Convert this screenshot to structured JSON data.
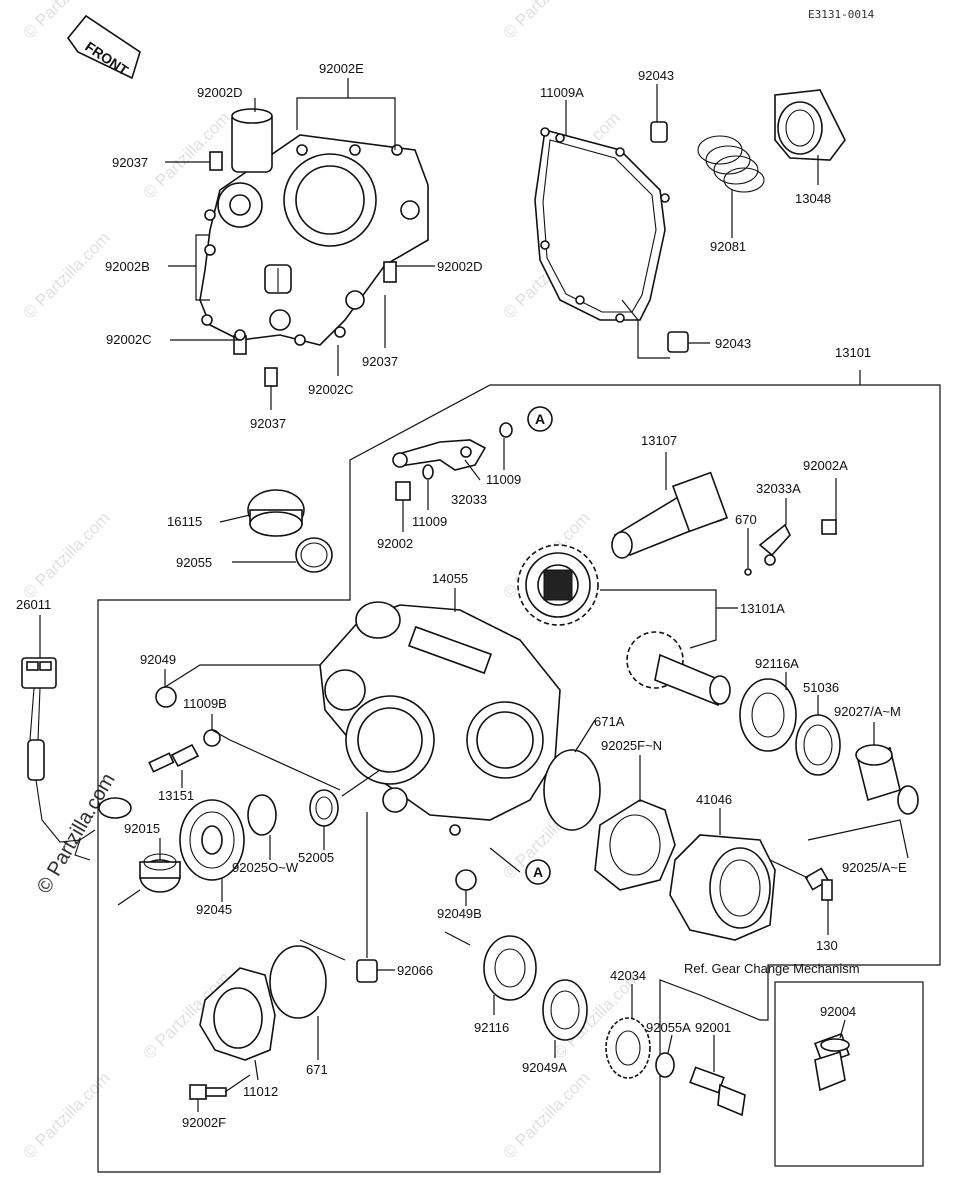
{
  "diagram_code": "E3131-0014",
  "front_label": "FRONT",
  "watermark": "© Partzilla.com",
  "watermark_side": "© Partzilla.com",
  "ref_box_title": "Ref. Gear Change Mechanism",
  "labels": {
    "p92002E": "92002E",
    "p92002D_top": "92002D",
    "p92037_a": "92037",
    "p92002B": "92002B",
    "p92002D_right": "92002D",
    "p92002C_left": "92002C",
    "p92037_b": "92037",
    "p92002C_bottom": "92002C",
    "p92037_c": "92037",
    "p11009A": "11009A",
    "p92043_top": "92043",
    "p92081": "92081",
    "p13048": "13048",
    "p92043_bottom": "92043",
    "p13101": "13101",
    "markA_top": "A",
    "p11009_a": "11009",
    "p32033": "32033",
    "p11009_b": "11009",
    "p92002": "92002",
    "p13107": "13107",
    "p92002A": "92002A",
    "p32033A": "32033A",
    "p670": "670",
    "p16115": "16115",
    "p92055": "92055",
    "p14055": "14055",
    "p13101A": "13101A",
    "p26011": "26011",
    "p92049": "92049",
    "p11009B": "11009B",
    "p92116A": "92116A",
    "p51036": "51036",
    "p92027": "92027/A~M",
    "p671A": "671A",
    "p92025FN": "92025F~N",
    "p13151": "13151",
    "p41046": "41046",
    "p92015": "92015",
    "p52005": "52005",
    "p92025OW": "92025O~W",
    "p92045": "92045",
    "markA_bottom": "A",
    "p92025AE": "92025/A~E",
    "p92049B": "92049B",
    "p130": "130",
    "p92066": "92066",
    "p42034": "42034",
    "p92004": "92004",
    "p92055A": "92055A",
    "p92116": "92116",
    "p92001": "92001",
    "p92049A": "92049A",
    "p671": "671",
    "p11012": "11012",
    "p92002F": "92002F"
  }
}
